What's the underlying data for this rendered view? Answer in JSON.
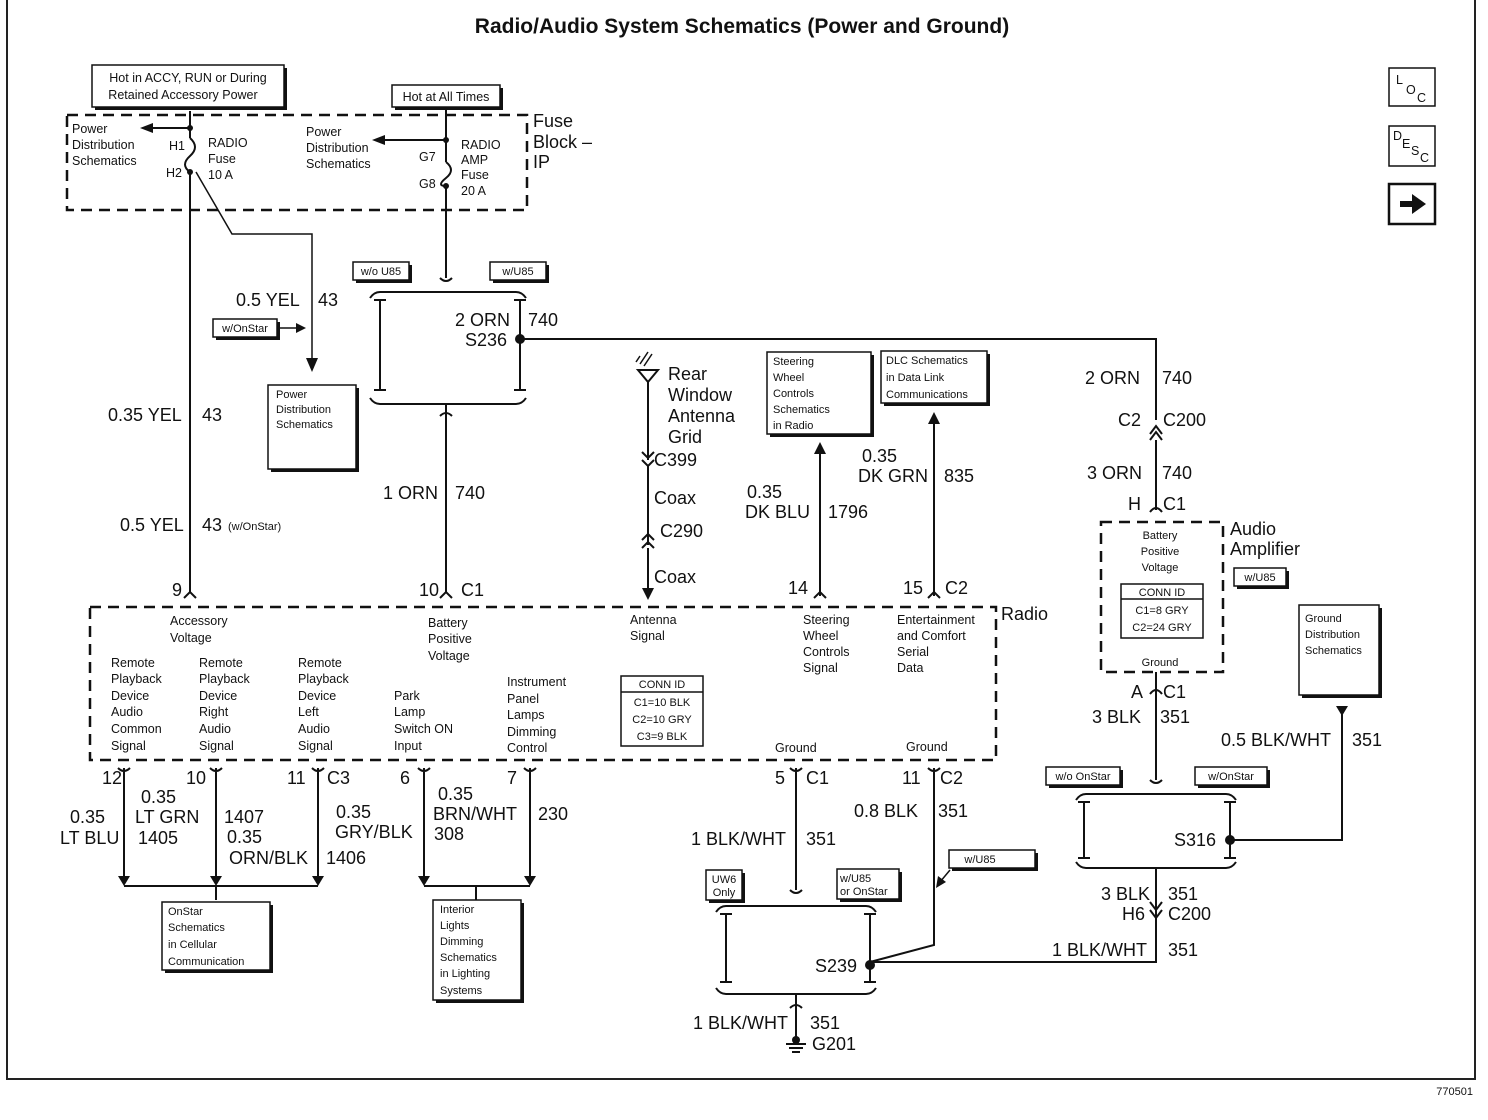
{
  "title": "Radio/Audio System Schematics (Power and Ground)",
  "figure_number": "770501",
  "nav_icons": [
    "loc-icon",
    "desc-icon",
    "next-arrow-icon"
  ],
  "loc_letters": [
    "L",
    "O",
    "C"
  ],
  "desc_letters": [
    "D",
    "E",
    "S",
    "C"
  ],
  "power_labels": {
    "accy": [
      "Hot in ACCY, RUN or During",
      "Retained Accessory Power"
    ],
    "hot_all": "Hot at All Times"
  },
  "fuse_block": {
    "label": [
      "Fuse",
      "Block –",
      "IP"
    ],
    "pds_left": [
      "Power",
      "Distribution",
      "Schematics"
    ],
    "pds_right": [
      "Power",
      "Distribution",
      "Schematics"
    ],
    "radio_fuse": [
      "RADIO",
      "Fuse",
      "10 A"
    ],
    "amp_fuse": [
      "RADIO",
      "AMP",
      "Fuse",
      "20 A"
    ],
    "pins": [
      "H1",
      "H2",
      "G7",
      "G8"
    ]
  },
  "options": {
    "wo_u85": "w/o U85",
    "w_u85": "w/U85",
    "w_onstar": "w/OnStar",
    "wo_onstar": "w/o OnStar",
    "uw6_only": [
      "UW6",
      "Only"
    ],
    "w_u85_or_onstar": [
      "w/U85",
      "or OnStar"
    ]
  },
  "wires": {
    "w05yel": "0.5 YEL",
    "w43": "43",
    "w035yel": "0.35 YEL",
    "w43b": "43",
    "w05yel2": "0.5 YEL",
    "w43onstar": "43",
    "onstar_note": "(w/OnStar)",
    "orn2": "2 ORN",
    "n740a": "740",
    "s236": "S236",
    "orn1": "1 ORN",
    "n740b": "740",
    "orn2b": "2 ORN",
    "n740c": "740",
    "c2": "C2",
    "c200": "C200",
    "orn3": "3 ORN",
    "n740d": "740",
    "h": "H",
    "c1": "C1",
    "dkblu_size": "0.35",
    "dkblu": "DK BLU",
    "n1796": "1796",
    "dkgrn_size": "0.35",
    "dkgrn": "DK GRN",
    "n835": "835",
    "a": "A",
    "c1b": "C1",
    "blk3": "3 BLK",
    "n351a": "351",
    "blkwht05": "0.5 BLK/WHT",
    "n351b": "351",
    "s316": "S316",
    "blk3b": "3 BLK",
    "n351c": "351",
    "h6": "H6",
    "c200b": "C200",
    "blkwht1": "1 BLK/WHT",
    "n351d": "351",
    "blkwht1b": "1 BLK/WHT",
    "n351e": "351",
    "blk08": "0.8 BLK",
    "n351f": "351",
    "s239": "S239",
    "blkwht1c": "1 BLK/WHT",
    "n351g": "351",
    "g201": "G201"
  },
  "antenna": {
    "label": [
      "Rear",
      "Window",
      "Antenna",
      "Grid"
    ],
    "c399": "C399",
    "coax1": "Coax",
    "c290": "C290",
    "coax2": "Coax"
  },
  "boxes": {
    "pds_mid": [
      "Power",
      "Distribution",
      "Schematics"
    ],
    "steering": [
      "Steering",
      "Wheel",
      "Controls",
      "Schematics",
      "in Radio"
    ],
    "dlc": [
      "DLC Schematics",
      "in Data Link",
      "Communications"
    ],
    "ground_dist": [
      "Ground",
      "Distribution",
      "Schematics"
    ],
    "onstar": [
      "OnStar",
      "Schematics",
      "in Cellular",
      "Communication"
    ],
    "interior": [
      "Interior",
      "Lights",
      "Dimming",
      "Schematics",
      "in Lighting",
      "Systems"
    ]
  },
  "amplifier": {
    "label": [
      "Audio",
      "Amplifier"
    ],
    "option": "w/U85",
    "inside": [
      "Battery",
      "Positive",
      "Voltage"
    ],
    "conn_title": "CONN ID",
    "conn": [
      "C1=8 GRY",
      "C2=24 GRY"
    ],
    "ground": "Ground"
  },
  "radio": {
    "label": "Radio",
    "pins_top": [
      "9",
      "10",
      "C1",
      "14",
      "15",
      "C2"
    ],
    "pins_bottom": [
      "12",
      "10",
      "11",
      "C3",
      "6",
      "7",
      "5",
      "C1",
      "11",
      "C2"
    ],
    "sig_accessory": [
      "Accessory",
      "Voltage"
    ],
    "sig_battery": [
      "Battery",
      "Positive",
      "Voltage"
    ],
    "sig_antenna": [
      "Antenna",
      "Signal"
    ],
    "sig_steering": [
      "Steering",
      "Wheel",
      "Controls",
      "Signal"
    ],
    "sig_ent": [
      "Entertainment",
      "and Comfort",
      "Serial",
      "Data"
    ],
    "sig_rpd_common": [
      "Remote",
      "Playback",
      "Device",
      "Audio",
      "Common",
      "Signal"
    ],
    "sig_rpd_right": [
      "Remote",
      "Playback",
      "Device",
      "Right",
      "Audio",
      "Signal"
    ],
    "sig_rpd_left": [
      "Remote",
      "Playback",
      "Device",
      "Left",
      "Audio",
      "Signal"
    ],
    "sig_park": [
      "Park",
      "Lamp",
      "Switch ON",
      "Input"
    ],
    "sig_ipl": [
      "Instrument",
      "Panel",
      "Lamps",
      "Dimming",
      "Control"
    ],
    "conn_title": "CONN ID",
    "conn": [
      "C1=10 BLK",
      "C2=10 GRY",
      "C3=9 BLK"
    ],
    "ground1": "Ground",
    "ground2": "Ground"
  },
  "bottom_wires": {
    "ltblu_size": "0.35",
    "ltblu": "LT BLU",
    "n1405": "1405",
    "ltgrn_size": "0.35",
    "ltgrn": "LT GRN",
    "n1407": "1407",
    "ornblk_size": "0.35",
    "ornblk": "ORN/BLK",
    "n1406": "1406",
    "gryblk_size": "0.35",
    "gryblk": "GRY/BLK",
    "brnwht_size": "0.35",
    "brnwht": "BRN/WHT",
    "n308": "308",
    "n230": "230"
  }
}
